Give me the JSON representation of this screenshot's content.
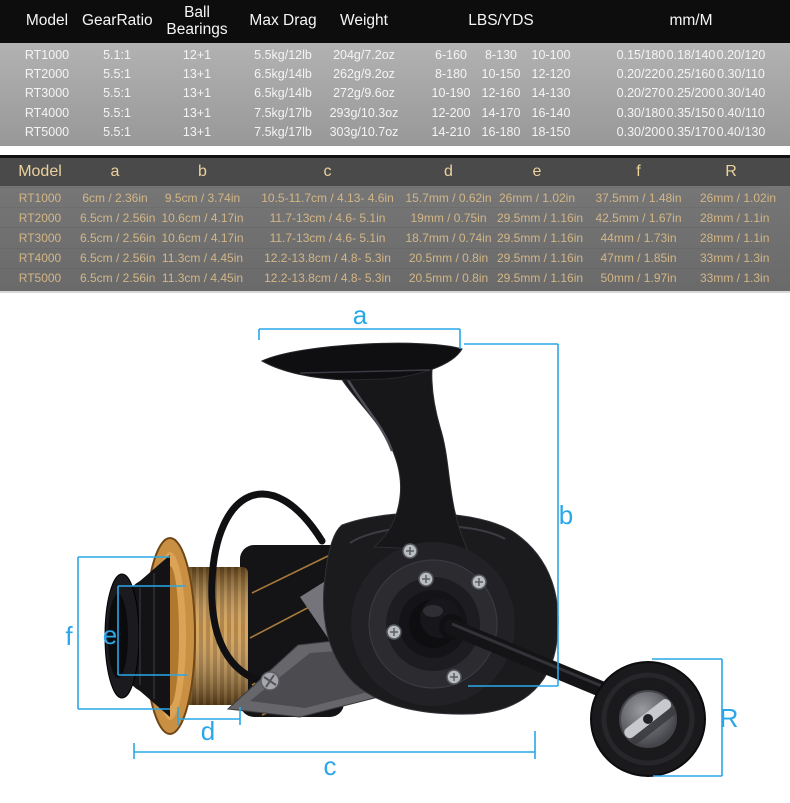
{
  "spec_table": {
    "headers": {
      "model": "Model",
      "gear_ratio": "GearRatio",
      "ball_bearings": "Ball Bearings",
      "max_drag": "Max Drag",
      "weight": "Weight",
      "lbs_yds": "LBS/YDS",
      "mm_m": "mm/M"
    },
    "rows": [
      {
        "model": "RT1000",
        "gear_ratio": "5.1:1",
        "ball_bearings": "12+1",
        "max_drag": "5.5kg/12lb",
        "weight": "204g/7.2oz",
        "lbs_yds": [
          "6-160",
          "8-130",
          "10-100"
        ],
        "mm_m": [
          "0.15/180",
          "0.18/140",
          "0.20/120"
        ]
      },
      {
        "model": "RT2000",
        "gear_ratio": "5.5:1",
        "ball_bearings": "13+1",
        "max_drag": "6.5kg/14lb",
        "weight": "262g/9.2oz",
        "lbs_yds": [
          "8-180",
          "10-150",
          "12-120"
        ],
        "mm_m": [
          "0.20/220",
          "0.25/160",
          "0.30/110"
        ]
      },
      {
        "model": "RT3000",
        "gear_ratio": "5.5:1",
        "ball_bearings": "13+1",
        "max_drag": "6.5kg/14lb",
        "weight": "272g/9.6oz",
        "lbs_yds": [
          "10-190",
          "12-160",
          "14-130"
        ],
        "mm_m": [
          "0.20/270",
          "0.25/200",
          "0.30/140"
        ]
      },
      {
        "model": "RT4000",
        "gear_ratio": "5.5:1",
        "ball_bearings": "13+1",
        "max_drag": "7.5kg/17lb",
        "weight": "293g/10.3oz",
        "lbs_yds": [
          "12-200",
          "14-170",
          "16-140"
        ],
        "mm_m": [
          "0.30/180",
          "0.35/150",
          "0.40/110"
        ]
      },
      {
        "model": "RT5000",
        "gear_ratio": "5.5:1",
        "ball_bearings": "13+1",
        "max_drag": "7.5kg/17lb",
        "weight": "303g/10.7oz",
        "lbs_yds": [
          "14-210",
          "16-180",
          "18-150"
        ],
        "mm_m": [
          "0.30/200",
          "0.35/170",
          "0.40/130"
        ]
      }
    ]
  },
  "dim_table": {
    "headers": [
      "Model",
      "a",
      "b",
      "c",
      "d",
      "e",
      "f",
      "R"
    ],
    "rows": [
      {
        "model": "RT1000",
        "a": "6cm / 2.36in",
        "b": "9.5cm / 3.74in",
        "c": "10.5-11.7cm / 4.13- 4.6in",
        "d": "15.7mm / 0.62in",
        "e": "26mm / 1.02in",
        "f": "37.5mm / 1.48in",
        "R": "26mm / 1.02in"
      },
      {
        "model": "RT2000",
        "a": "6.5cm / 2.56in",
        "b": "10.6cm / 4.17in",
        "c": "11.7-13cm / 4.6- 5.1in",
        "d": "19mm / 0.75in",
        "e": "29.5mm / 1.16in",
        "f": "42.5mm / 1.67in",
        "R": "28mm / 1.1in"
      },
      {
        "model": "RT3000",
        "a": "6.5cm / 2.56in",
        "b": "10.6cm / 4.17in",
        "c": "11.7-13cm / 4.6- 5.1in",
        "d": "18.7mm / 0.74in",
        "e": "29.5mm / 1.16in",
        "f": "44mm / 1.73in",
        "R": "28mm / 1.1in"
      },
      {
        "model": "RT4000",
        "a": "6.5cm / 2.56in",
        "b": "11.3cm / 4.45in",
        "c": "12.2-13.8cm / 4.8- 5.3in",
        "d": "20.5mm / 0.8in",
        "e": "29.5mm / 1.16in",
        "f": "47mm / 1.85in",
        "R": "33mm / 1.3in"
      },
      {
        "model": "RT5000",
        "a": "6.5cm / 2.56in",
        "b": "11.3cm / 4.45in",
        "c": "12.2-13.8cm / 4.8- 5.3in",
        "d": "20.5mm / 0.8in",
        "e": "29.5mm / 1.16in",
        "f": "50mm / 1.97in",
        "R": "33mm / 1.3in"
      }
    ]
  },
  "diagram": {
    "labels": {
      "a": "a",
      "b": "b",
      "c": "c",
      "d": "d",
      "e": "e",
      "f": "f",
      "R": "R"
    },
    "line_color": "#2aa7e8"
  },
  "colors": {
    "table1_header_bg": "#0d0d0d",
    "table1_body_bg": "#a4a4a4",
    "table2_header_bg": "#4a4a4a",
    "table2_body_bg": "#707070",
    "table2_text": "#d3b686",
    "dimension_blue": "#2aa7e8",
    "reel_gold": "#c8893c"
  }
}
